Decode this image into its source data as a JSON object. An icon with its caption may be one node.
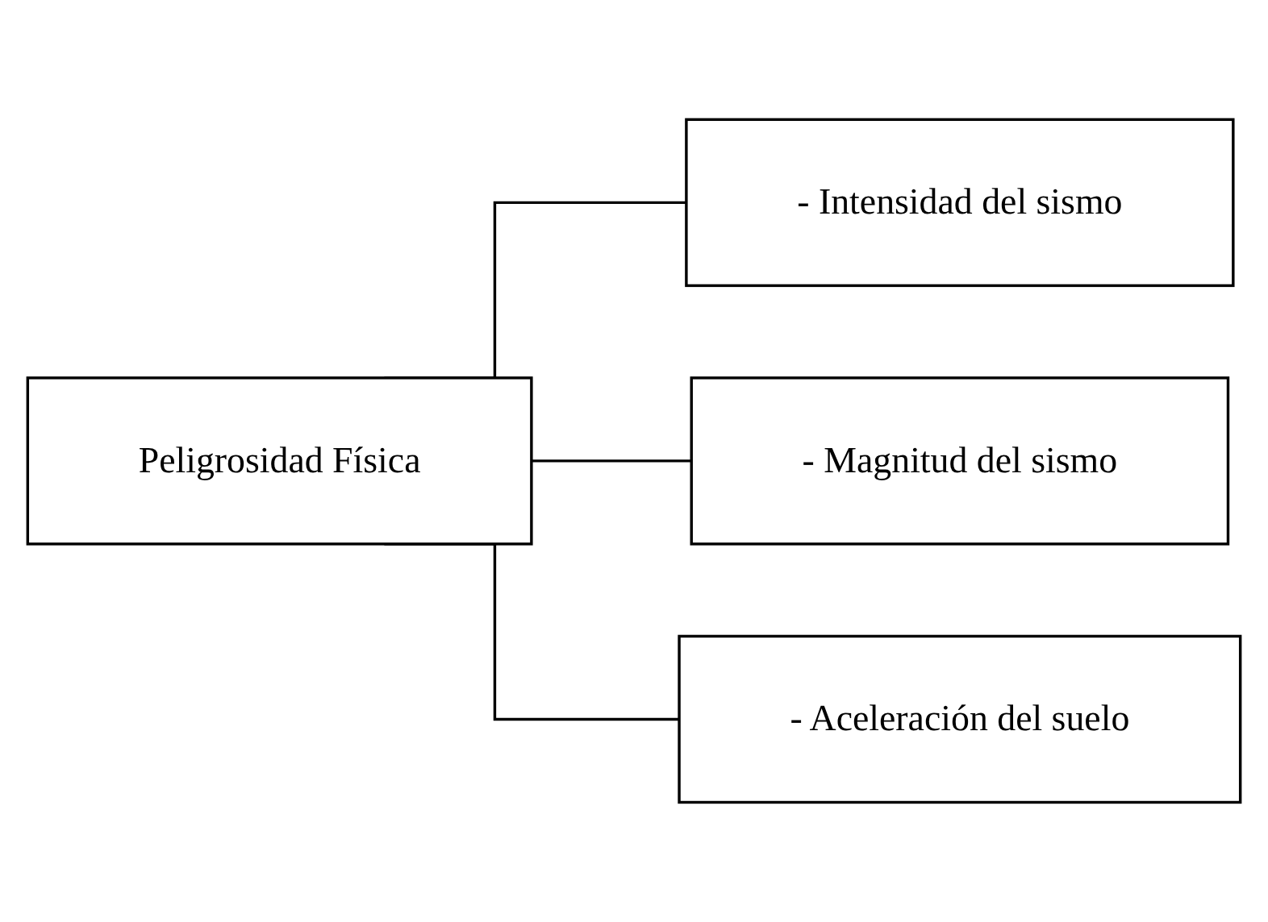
{
  "diagram": {
    "nodes": [
      {
        "text": [
          "Peligrosidad Física"
        ]
      },
      {
        "text": [
          "- Intensidad del sismo"
        ]
      },
      {
        "text": [
          "- Magnitud del sismo"
        ]
      },
      {
        "text": [
          "- Aceleración del suelo"
        ]
      }
    ],
    "edges": [
      {
        "from": 0,
        "to": 1,
        "arrow": "none"
      },
      {
        "from": 0,
        "to": 2,
        "arrow": "none"
      },
      {
        "from": 0,
        "to": 3,
        "arrow": "none"
      }
    ]
  }
}
